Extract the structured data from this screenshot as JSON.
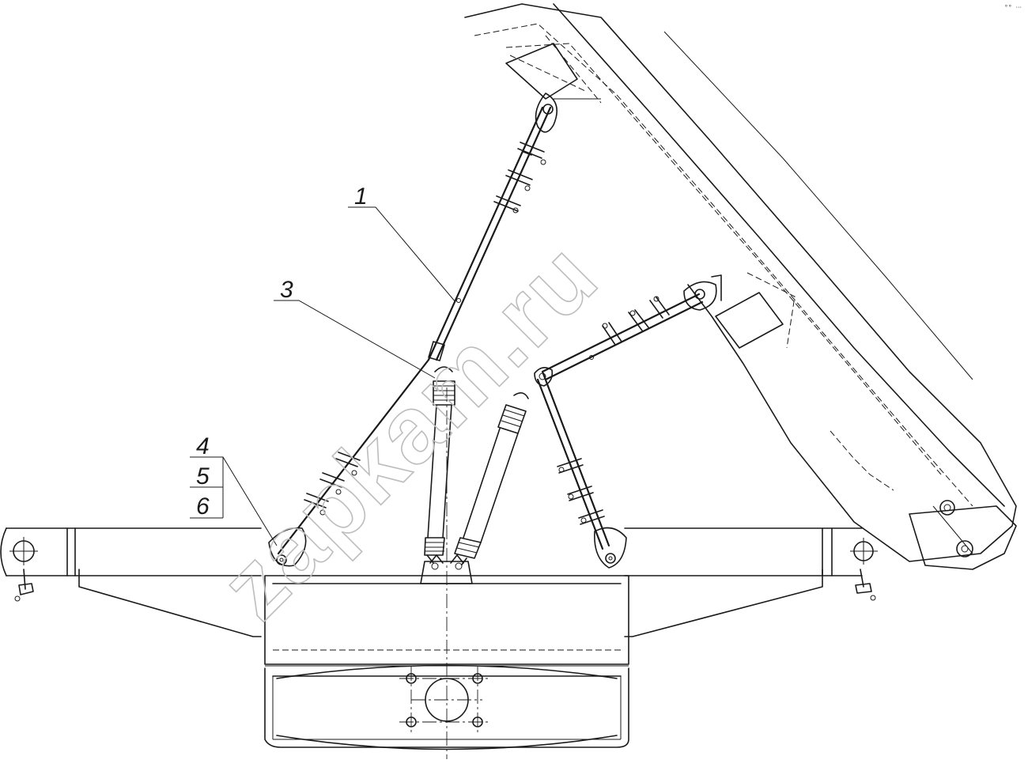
{
  "watermark": "zapkam.ru",
  "corner_mark": "°° ‧‧‧",
  "callouts": [
    {
      "id": "1",
      "text": "1"
    },
    {
      "id": "3",
      "text": "3"
    },
    {
      "id": "4",
      "text": "4"
    },
    {
      "id": "5",
      "text": "5"
    },
    {
      "id": "6",
      "text": "6"
    }
  ]
}
